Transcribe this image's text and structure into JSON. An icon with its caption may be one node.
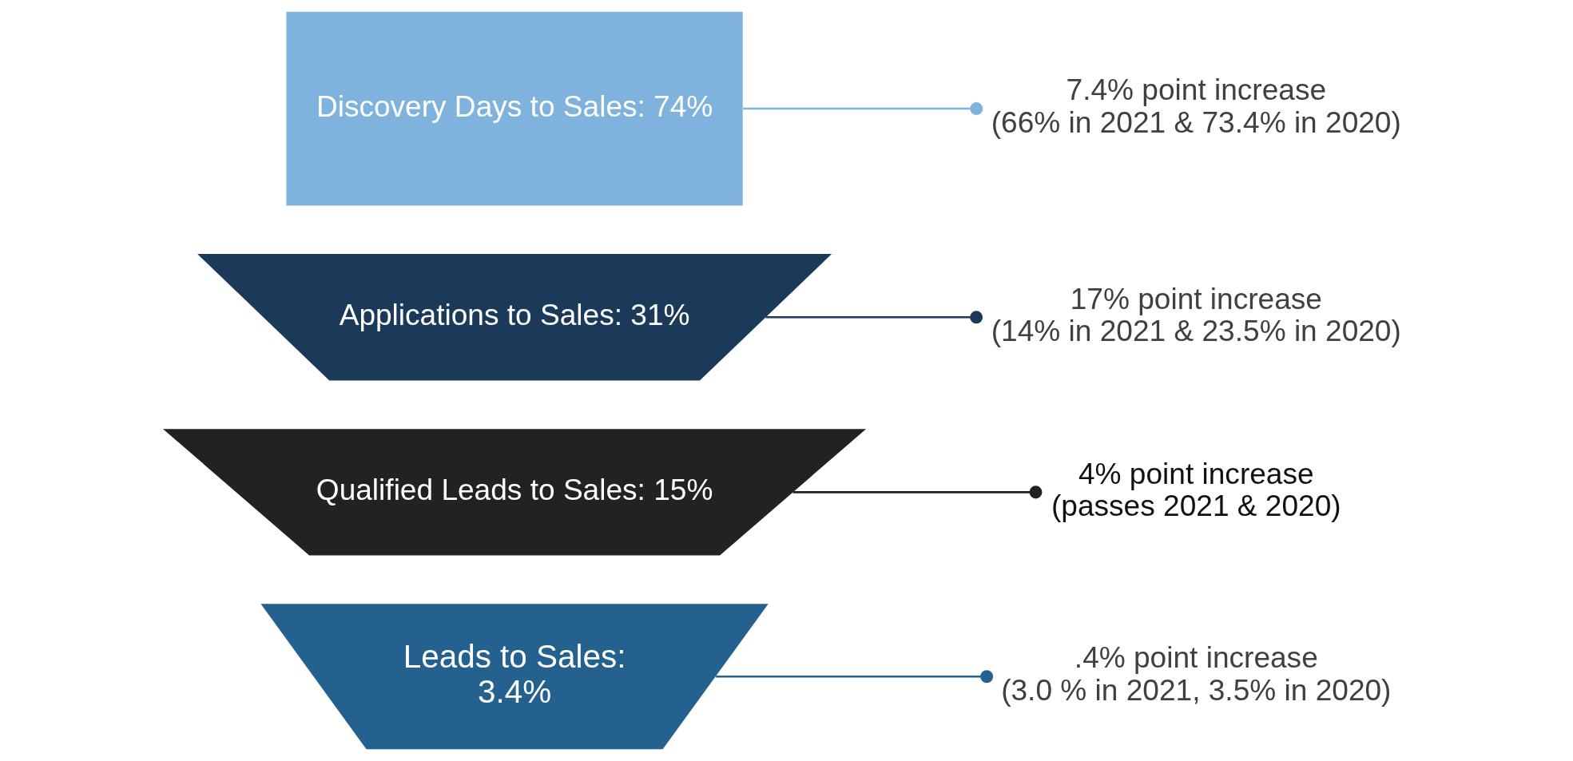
{
  "diagram": {
    "nodes": [
      {
        "text": [
          "Leads to Sales:",
          "3.4%"
        ]
      },
      {
        "text": [
          "Qualified Leads to Sales: 15%"
        ]
      },
      {
        "text": [
          "Applications to Sales: 31%"
        ]
      },
      {
        "text": [
          "Discovery Days to Sales: 74%"
        ]
      },
      {
        "text": [
          ".4% point increase",
          "(3.0 % in 2021, 3.5% in 2020)"
        ]
      },
      {
        "text": [
          "4% point increase",
          "(passes 2021 & 2020)"
        ]
      },
      {
        "text": [
          "17% point increase",
          "(14% in 2021 & 23.5% in 2020)"
        ]
      },
      {
        "text": [
          "7.4% point increase",
          "(66% in 2021 & 73.4% in 2020)"
        ]
      }
    ],
    "edges": [
      {
        "from": 0,
        "to": 4,
        "arrow": "other",
        "color": "#24618e"
      },
      {
        "from": 1,
        "to": 5,
        "arrow": "other",
        "color": "#222222"
      },
      {
        "from": 2,
        "to": 6,
        "arrow": "other",
        "color": "#1b3a5a"
      },
      {
        "from": 3,
        "to": 7,
        "arrow": "other",
        "color": "#7fb2dc"
      }
    ]
  }
}
